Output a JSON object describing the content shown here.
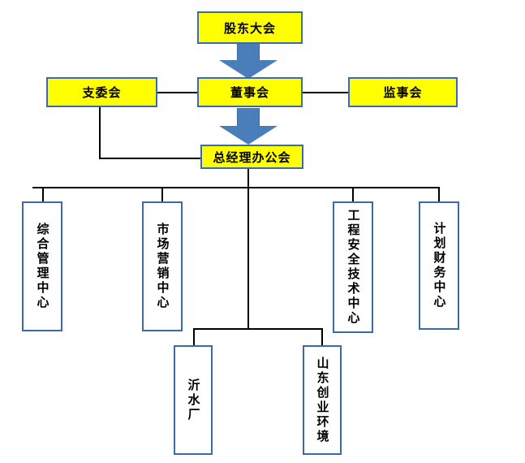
{
  "diagram": {
    "type": "organizational-chart",
    "title": "",
    "colors": {
      "executive_fill": "#FFFF00",
      "unit_fill": "#FFFFFF",
      "border": "#3A6AA8",
      "arrow": "#4A7EBB",
      "connector": "#000000",
      "background": "#FFFFFF"
    },
    "levels": {
      "level1": "股东大会",
      "level2": [
        "支委会",
        "董事会",
        "监事会"
      ],
      "level3": "总经理办公会",
      "level4": [
        "综合管理中心",
        "市场营销中心",
        "工程安全技术中心",
        "计划财务中心"
      ],
      "level5": [
        "沂水厂",
        "山东创业环境"
      ]
    },
    "nodes": {
      "shareholders_meeting": "股东大会",
      "party_branch_committee": "支委会",
      "board_of_directors": "董事会",
      "board_of_supervisors": "监事会",
      "general_manager_office": "总经理办公会",
      "comprehensive_management_center": "综合管理中心",
      "marketing_center": "市场营销中心",
      "engineering_safety_tech_center": "工程安全技术中心",
      "planning_finance_center": "计划财务中心",
      "yishui_plant": "沂水厂",
      "shandong_chuangye_environment": "山东创业环境"
    },
    "arrows": {
      "shareholders_to_board": "down-block-arrow",
      "board_to_gm_office": "down-block-arrow"
    }
  }
}
